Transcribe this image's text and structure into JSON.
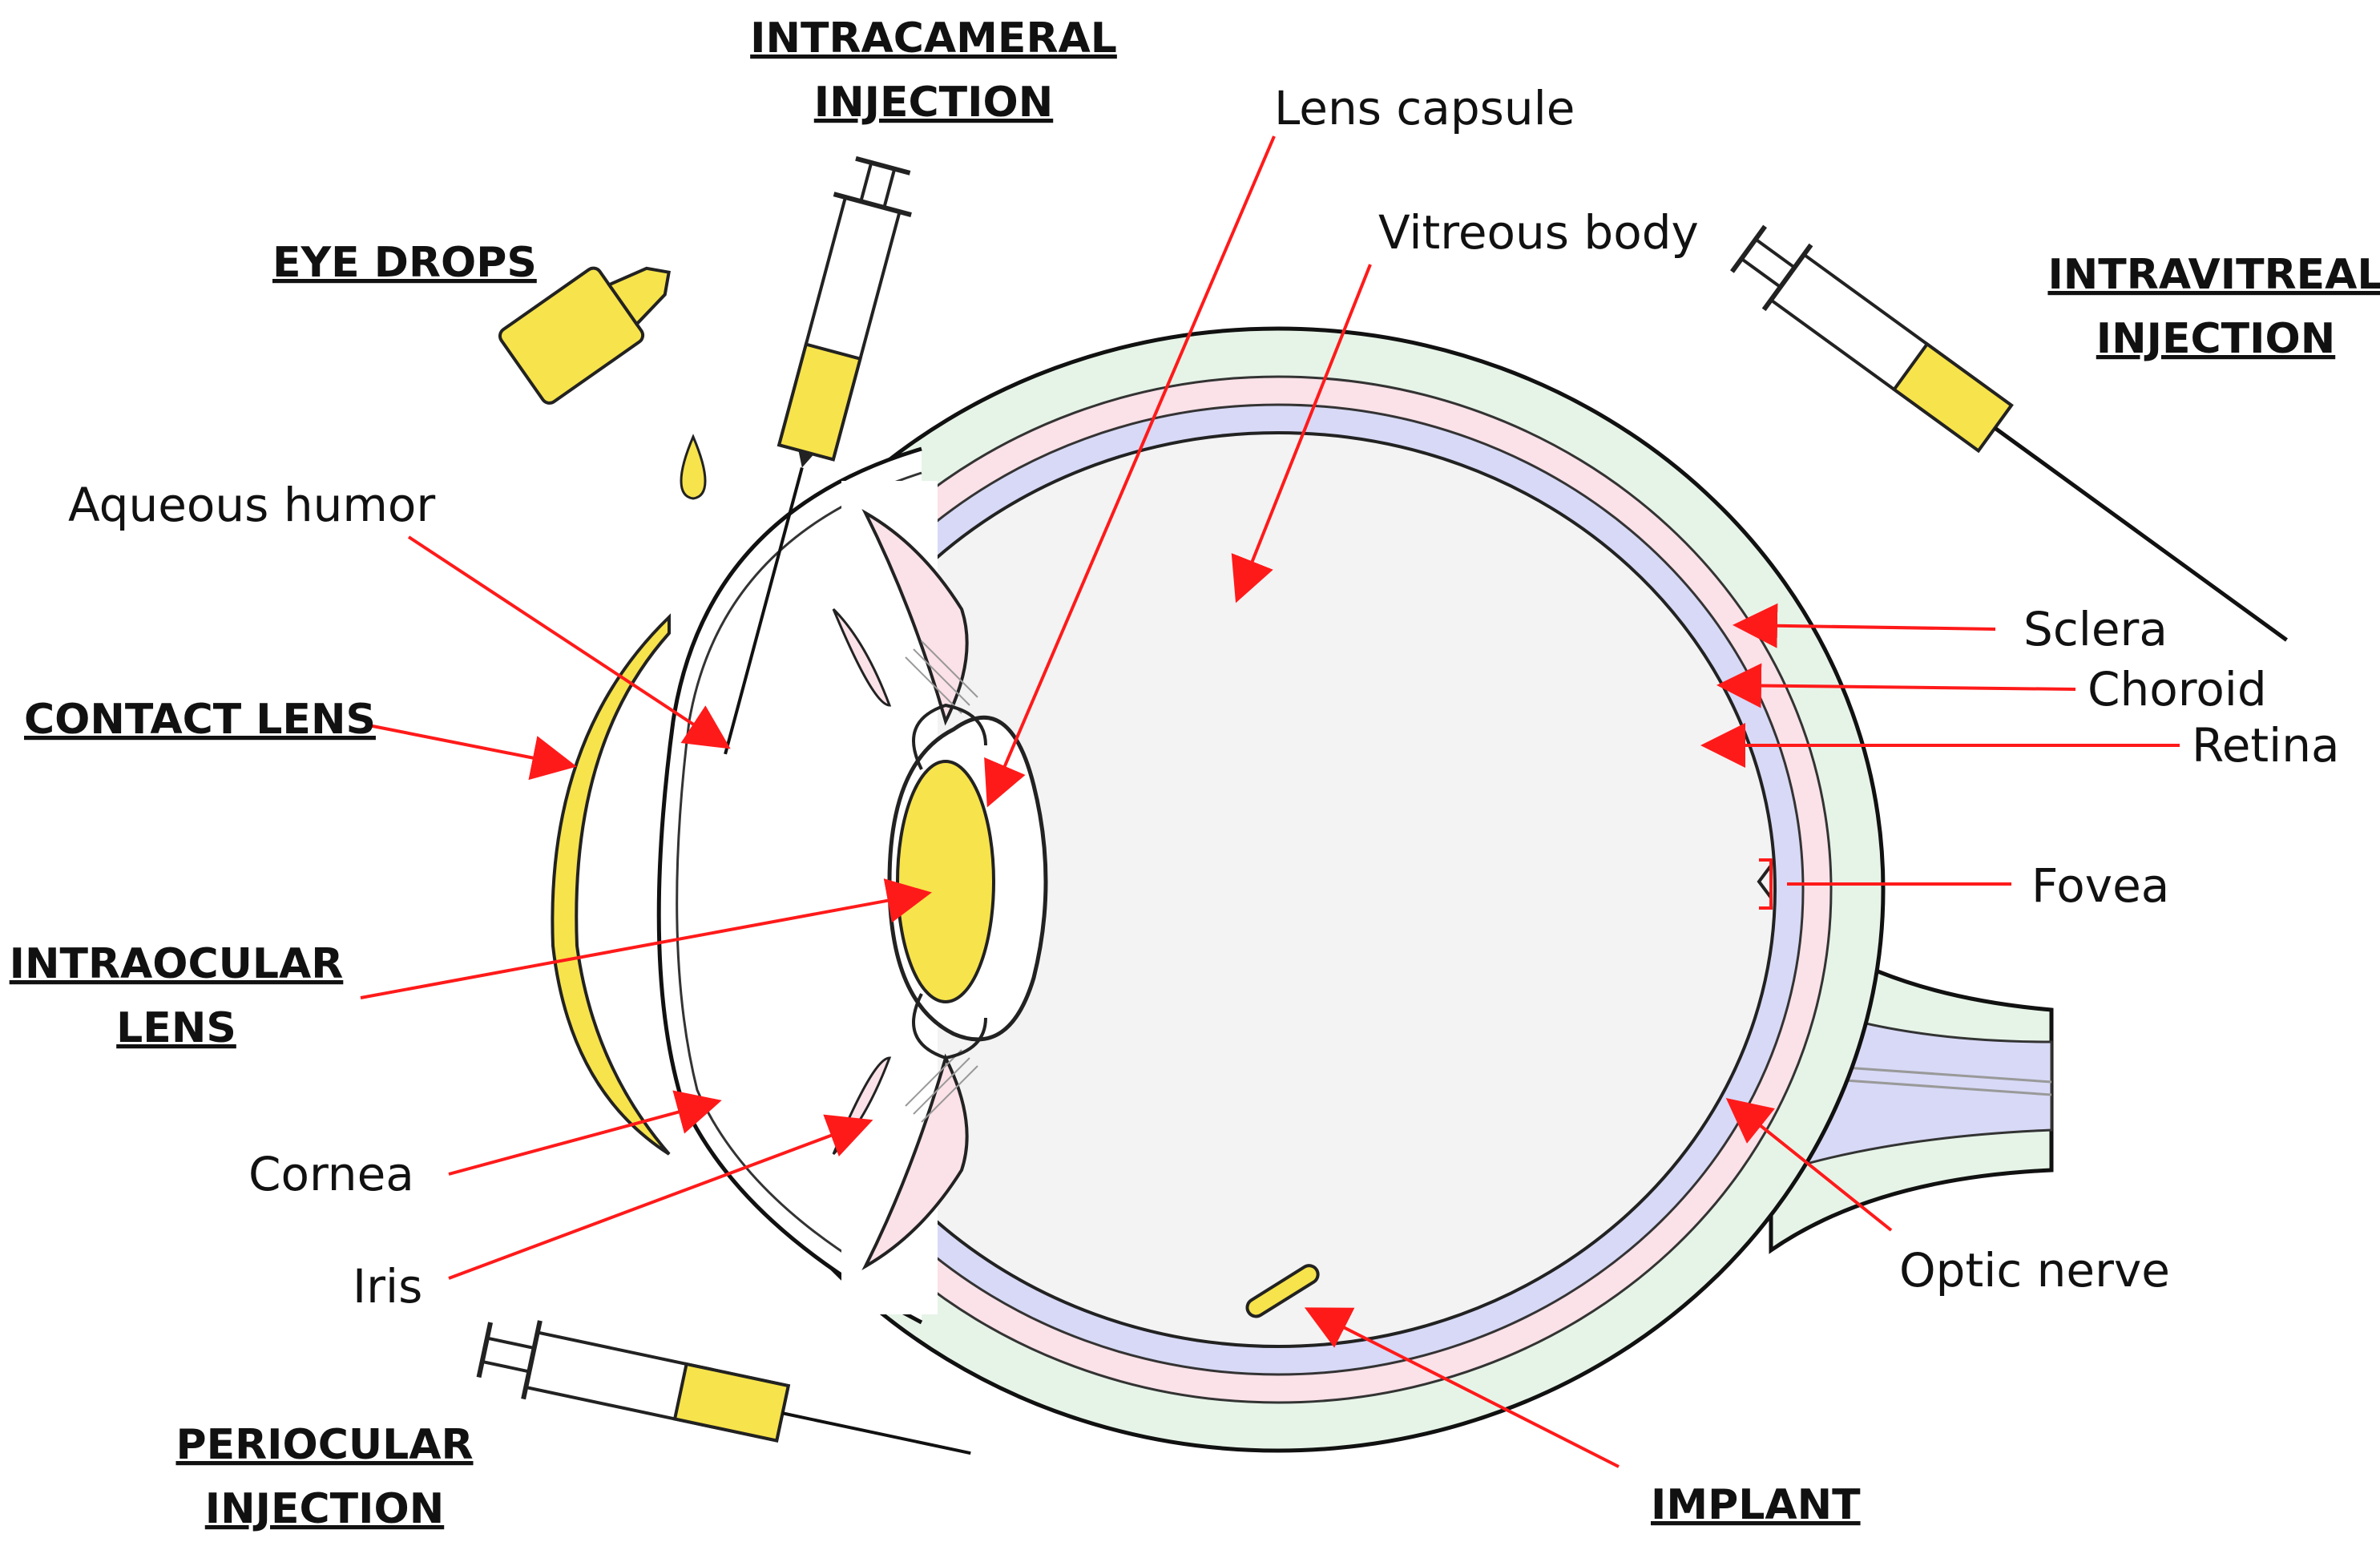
{
  "diagram": {
    "colors": {
      "sclera": "#e6f4e8",
      "choroid": "#fbe1e8",
      "retina": "#d7d9f6",
      "vitreous": "#f3f3f3",
      "yellow": "#f7e34b",
      "arrow": "#ff1a1a",
      "outline": "#111111"
    },
    "labels": {
      "intracameral_line1": "INTRACAMERAL",
      "intracameral_line2": "INJECTION",
      "lens_capsule": "Lens capsule",
      "eye_drops": "EYE DROPS",
      "vitreous_body": "Vitreous body",
      "intravitreal_line1": "INTRAVITREAL",
      "intravitreal_line2": "INJECTION",
      "aqueous_humor": "Aqueous humor",
      "sclera": "Sclera",
      "choroid": "Choroid",
      "retina": "Retina",
      "contact_lens": "CONTACT LENS",
      "fovea": "Fovea",
      "intraocular_line1": "INTRAOCULAR",
      "intraocular_line2": "LENS",
      "cornea": "Cornea",
      "iris": "Iris",
      "optic_nerve": "Optic nerve",
      "periocular_line1": "PERIOCULAR",
      "periocular_line2": "INJECTION",
      "implant": "IMPLANT"
    },
    "icons": [
      "syringe-icon",
      "dropper-bottle-icon",
      "contact-lens-shape",
      "implant-rod-shape"
    ]
  }
}
